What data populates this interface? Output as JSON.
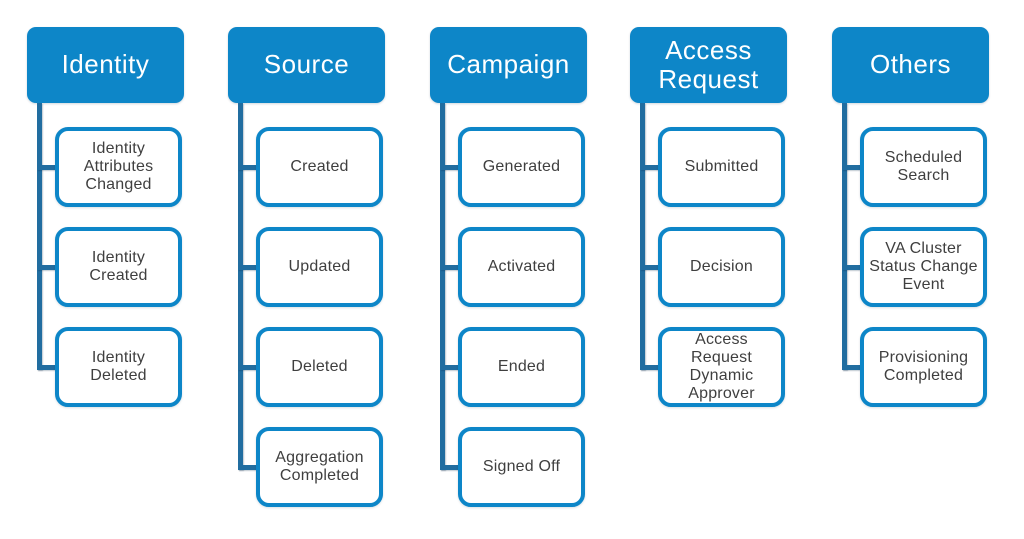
{
  "diagram": {
    "colors": {
      "header_fill": "#0d86c8",
      "header_text": "#ffffff",
      "child_border": "#0d86c8",
      "child_fill": "#ffffff",
      "child_text": "#3f3f3f",
      "connector": "#216da0",
      "background": "#ffffff"
    },
    "columns": [
      {
        "key": "identity",
        "header": {
          "lines": [
            "Identity"
          ]
        },
        "children": [
          {
            "lines": [
              "Identity",
              "Attributes",
              "Changed"
            ]
          },
          {
            "lines": [
              "Identity",
              "Created"
            ]
          },
          {
            "lines": [
              "Identity",
              "Deleted"
            ]
          }
        ]
      },
      {
        "key": "source",
        "header": {
          "lines": [
            "Source"
          ]
        },
        "children": [
          {
            "lines": [
              "Created"
            ]
          },
          {
            "lines": [
              "Updated"
            ]
          },
          {
            "lines": [
              "Deleted"
            ]
          },
          {
            "lines": [
              "Aggregation",
              "Completed"
            ]
          }
        ]
      },
      {
        "key": "campaign",
        "header": {
          "lines": [
            "Campaign"
          ]
        },
        "children": [
          {
            "lines": [
              "Generated"
            ]
          },
          {
            "lines": [
              "Activated"
            ]
          },
          {
            "lines": [
              "Ended"
            ]
          },
          {
            "lines": [
              "Signed Off"
            ]
          }
        ]
      },
      {
        "key": "access-request",
        "header": {
          "lines": [
            "Access",
            "Request"
          ]
        },
        "children": [
          {
            "lines": [
              "Submitted"
            ]
          },
          {
            "lines": [
              "Decision"
            ]
          },
          {
            "lines": [
              "Access",
              "Request",
              "Dynamic",
              "Approver"
            ]
          }
        ]
      },
      {
        "key": "others",
        "header": {
          "lines": [
            "Others"
          ]
        },
        "children": [
          {
            "lines": [
              "Scheduled",
              "Search"
            ]
          },
          {
            "lines": [
              "VA Cluster",
              "Status Change",
              "Event"
            ]
          },
          {
            "lines": [
              "Provisioning",
              "Completed"
            ]
          }
        ]
      }
    ]
  }
}
